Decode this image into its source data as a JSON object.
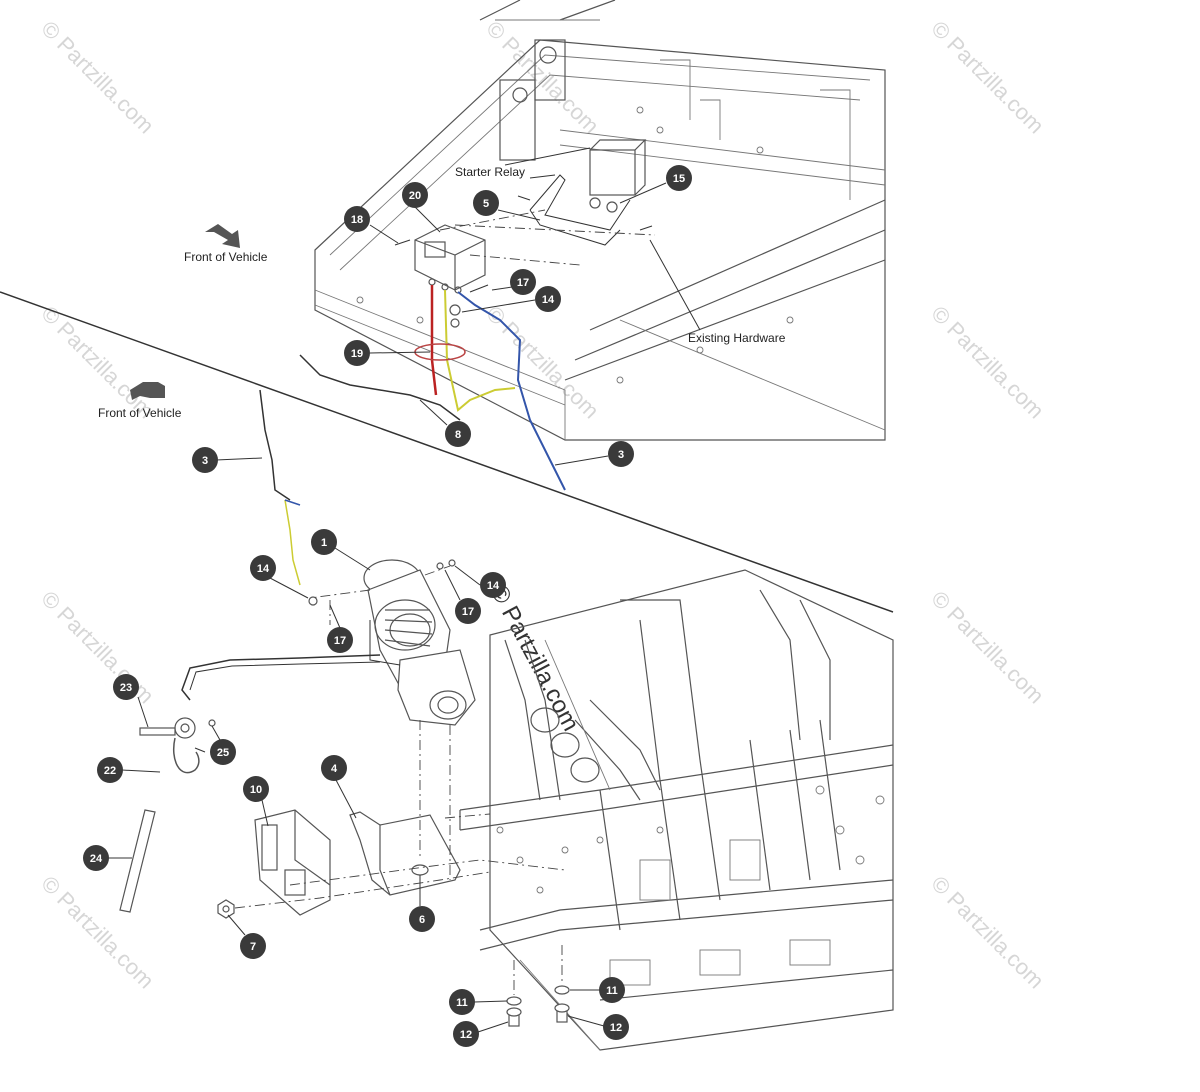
{
  "watermark": "© Partzilla.com",
  "labels": {
    "starter_relay": "Starter Relay",
    "existing_hardware": "Existing Hardware",
    "front_of_vehicle_top": "Front of Vehicle",
    "front_of_vehicle_left": "Front of Vehicle"
  },
  "callouts": [
    "20",
    "18",
    "5",
    "15",
    "17",
    "14",
    "19",
    "8",
    "3",
    "3",
    "1",
    "14",
    "17",
    "14",
    "17",
    "23",
    "22",
    "25",
    "24",
    "10",
    "4",
    "6",
    "7",
    "11",
    "11",
    "12",
    "12"
  ]
}
